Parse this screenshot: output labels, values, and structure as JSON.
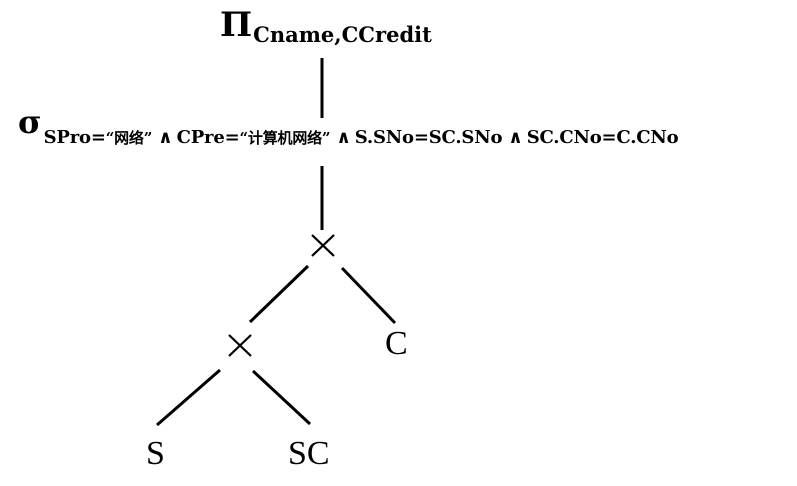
{
  "projection": {
    "operator": "Π",
    "attributes": "Cname,CCredit"
  },
  "selection": {
    "operator": "σ",
    "cond1_attr": "SPro=",
    "cond1_value": "“网络”",
    "and1": "∧",
    "cond2_attr": "CPre=",
    "cond2_value": "“计算机网络”",
    "and2": "∧",
    "cond3": "S.SNo=SC.SNo",
    "and3": "∧",
    "cond4": "SC.CNo=C.CNo"
  },
  "leaves": {
    "c": "C",
    "s": "S",
    "sc": "SC"
  }
}
